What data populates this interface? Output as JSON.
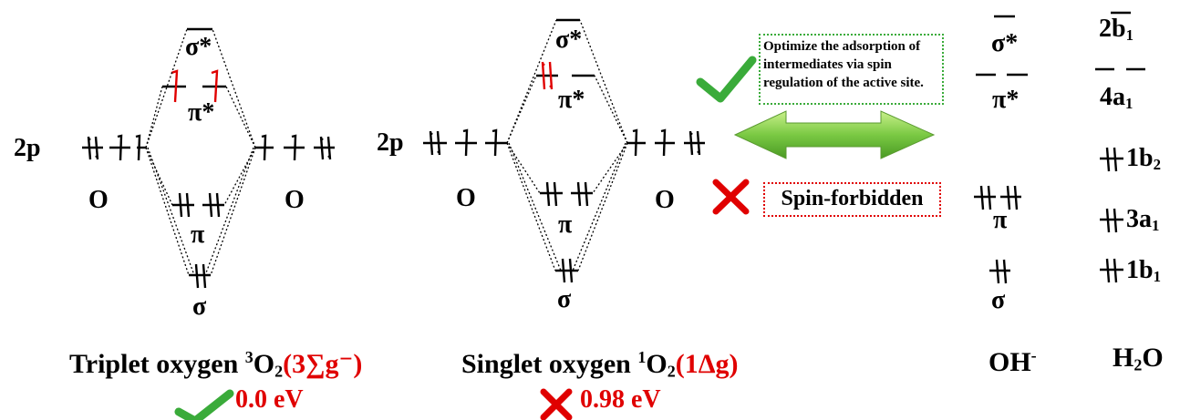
{
  "triplet": {
    "label_2p": "2p",
    "atom_left": "O",
    "atom_right": "O",
    "sigma_star": "σ*",
    "pi_star": "π*",
    "pi": "π",
    "sigma": "σ",
    "title_prefix": "Triplet oxygen ",
    "title_sup": "3",
    "title_main": "O",
    "title_sub": "2",
    "term": "(3∑g⁻)",
    "energy": "0.0 eV"
  },
  "singlet": {
    "label_2p": "2p",
    "atom_left": "O",
    "atom_right": "O",
    "sigma_star": "σ*",
    "pi_star": "π*",
    "pi": "π",
    "sigma": "σ",
    "title_prefix": "Singlet oxygen ",
    "title_sup": "1",
    "title_main": "O",
    "title_sub": "2",
    "term": "(1Δg)",
    "energy": "0.98 eV"
  },
  "middle": {
    "allowed_text": "Optimize the adsorption of  intermediates via spin regulation of the active site.",
    "forbidden_text": "Spin-forbidden"
  },
  "oh": {
    "sigma_star": "σ*",
    "pi_star": "π*",
    "pi": "π",
    "sigma": "σ",
    "label": "OH",
    "label_sup": "-"
  },
  "water": {
    "orb_2b1": "2b",
    "orb_2b1_sub": "1",
    "orb_4a1": "4a",
    "orb_4a1_sub": "1",
    "orb_1b2": "1b",
    "orb_1b2_sub": "2",
    "orb_3a1": "3a",
    "orb_3a1_sub": "1",
    "orb_1b1": "1b",
    "orb_1b1_sub": "1",
    "label": "H",
    "label_sub": "2",
    "label_end": "O"
  },
  "colors": {
    "red": "#e00000",
    "check_green": "#3aab3a",
    "arrow_green": "#7ac943"
  }
}
